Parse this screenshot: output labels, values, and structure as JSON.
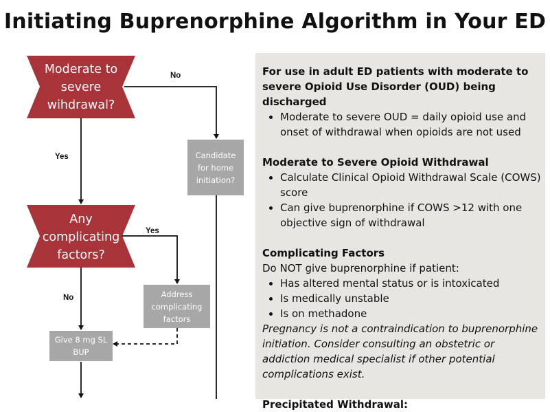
{
  "title": "Initiating Buprenorphine Algorithm in Your ED",
  "flowchart": {
    "decision1": [
      "Moderate to",
      "severe",
      "wihdrawal?"
    ],
    "decision2": [
      "Any",
      "complicating",
      "factors?"
    ],
    "box_candidate": [
      "Candidate",
      "for home",
      "initiation?"
    ],
    "box_address": [
      "Address",
      "complicating",
      "factors"
    ],
    "box_give": [
      "Give 8 mg SL",
      "BUP"
    ],
    "label_no_1": "No",
    "label_yes_1": "Yes",
    "label_yes_2": "Yes",
    "label_no_2": "No",
    "colors": {
      "decision": "#a8343a",
      "box": "#a7a7a7"
    }
  },
  "panel": {
    "sections": [
      {
        "heading": "For use in adult ED patients with moderate to severe Opioid Use Disorder (OUD) being discharged",
        "bullets": [
          "Moderate to severe OUD = daily opioid use and onset of withdrawal when opioids are not used"
        ]
      },
      {
        "heading": "Moderate to Severe Opioid Withdrawal",
        "bullets": [
          "Calculate Clinical Opioid Withdrawal Scale (COWS) score",
          "Can give buprenorphine if COWS >12 with one objective sign of withdrawal"
        ]
      },
      {
        "heading": "Complicating Factors",
        "intro": "Do NOT give buprenorphine if patient:",
        "bullets": [
          "Has altered mental status or is intoxicated",
          "Is medically unstable",
          "Is on methadone"
        ],
        "note": "Pregnancy is not a contraindication to buprenorphine initiation. Consider consulting an obstetric or addiction medical specialist if other potential complications exist."
      },
      {
        "heading": "Precipitated Withdrawal:"
      }
    ],
    "background": "#e7e6e3"
  }
}
